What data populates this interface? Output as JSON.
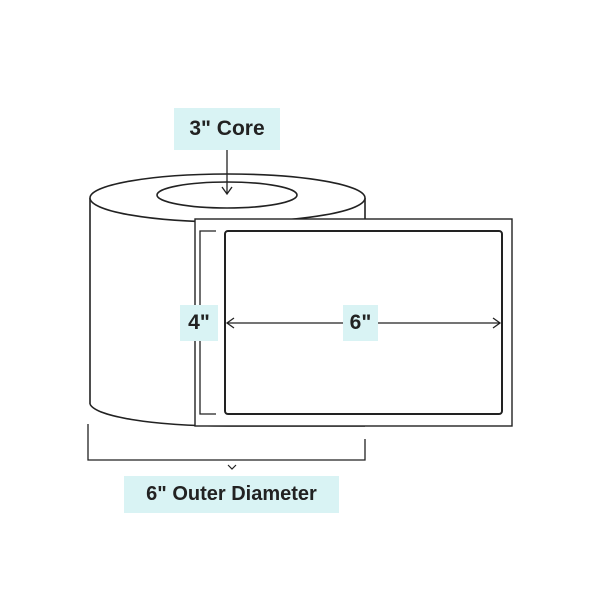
{
  "labels": {
    "core": "3\" Core",
    "label_height": "4\"",
    "label_width": "6\"",
    "outer_diameter": "6\" Outer Diameter"
  },
  "colors": {
    "label_fill": "#d9f3f4",
    "stroke": "#222222",
    "background": "#ffffff"
  }
}
